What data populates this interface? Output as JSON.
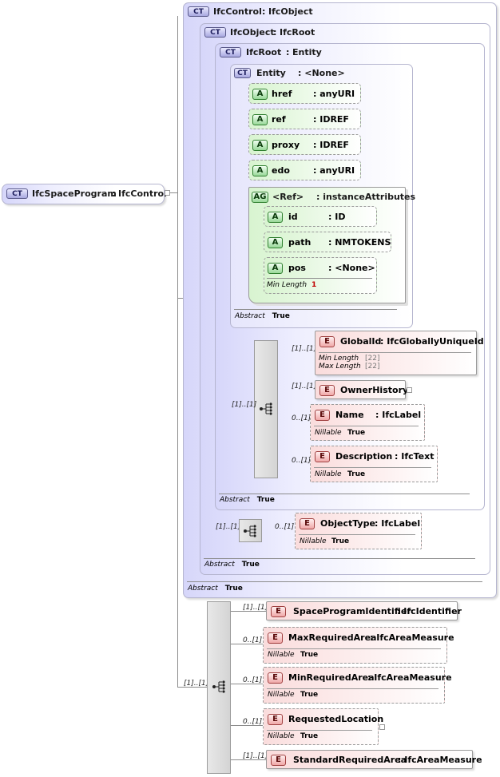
{
  "root": {
    "badge": "CT",
    "name": "IfcSpaceProgram",
    "type": "IfcControl"
  },
  "ifc_control": {
    "badge": "CT",
    "name": "IfcControl",
    "type": "IfcObject",
    "abstract_label": "Abstract",
    "abstract_value": "True"
  },
  "ifc_object": {
    "badge": "CT",
    "name": "IfcObject",
    "type": "IfcRoot",
    "abstract_label": "Abstract",
    "abstract_value": "True"
  },
  "ifc_root": {
    "badge": "CT",
    "name": "IfcRoot",
    "type": "Entity",
    "abstract_label": "Abstract",
    "abstract_value": "True"
  },
  "entity": {
    "badge": "CT",
    "name": "Entity",
    "type": "<None>",
    "abstract_label": "Abstract",
    "abstract_value": "True",
    "attributes": [
      {
        "badge": "A",
        "name": "href",
        "type": ": anyURI"
      },
      {
        "badge": "A",
        "name": "ref",
        "type": ": IDREF"
      },
      {
        "badge": "A",
        "name": "proxy",
        "type": ": IDREF"
      },
      {
        "badge": "A",
        "name": "edo",
        "type": ": anyURI"
      }
    ],
    "group": {
      "badge": "AG",
      "name": "<Ref>",
      "type": ": instanceAttributes",
      "attributes": [
        {
          "badge": "A",
          "name": "id",
          "type": ": ID"
        },
        {
          "badge": "A",
          "name": "path",
          "type": ": NMTOKENS"
        },
        {
          "badge": "A",
          "name": "pos",
          "type": ": <None>",
          "facet_label": "Min Length",
          "facet_value": "1"
        }
      ]
    }
  },
  "root_seq": {
    "mult": "[1]..[1]",
    "elements": [
      {
        "badge": "E",
        "name": "GlobalId",
        "type": ": IfcGloballyUniqueId",
        "mult": "[1]..[1]",
        "facets": [
          {
            "label": "Min Length",
            "value": "[22]"
          },
          {
            "label": "Max Length",
            "value": "[22]"
          }
        ]
      },
      {
        "badge": "E",
        "name": "OwnerHistory",
        "type": "",
        "mult": "[1]..[1]"
      },
      {
        "badge": "E",
        "name": "Name",
        "type": ": IfcLabel",
        "mult": "0..[1]",
        "facet_label": "Nillable",
        "facet_value": "True"
      },
      {
        "badge": "E",
        "name": "Description",
        "type": ": IfcText",
        "mult": "0..[1]",
        "facet_label": "Nillable",
        "facet_value": "True"
      }
    ]
  },
  "object_seq": {
    "mult": "[1]..[1]",
    "element": {
      "badge": "E",
      "name": "ObjectType",
      "type": ": IfcLabel",
      "mult": "0..[1]",
      "facet_label": "Nillable",
      "facet_value": "True"
    }
  },
  "program_seq": {
    "mult": "[1]..[1]",
    "elements": [
      {
        "badge": "E",
        "name": "SpaceProgramIdentifier",
        "type": ": IfcIdentifier",
        "mult": "[1]..[1]"
      },
      {
        "badge": "E",
        "name": "MaxRequiredArea",
        "type": ": IfcAreaMeasure",
        "mult": "0..[1]",
        "facet_label": "Nillable",
        "facet_value": "True"
      },
      {
        "badge": "E",
        "name": "MinRequiredArea",
        "type": ": IfcAreaMeasure",
        "mult": "0..[1]",
        "facet_label": "Nillable",
        "facet_value": "True"
      },
      {
        "badge": "E",
        "name": "RequestedLocation",
        "type": "",
        "mult": "0..[1]",
        "facet_label": "Nillable",
        "facet_value": "True"
      },
      {
        "badge": "E",
        "name": "StandardRequiredArea",
        "type": ": IfcAreaMeasure",
        "mult": "[1]..[1]"
      }
    ]
  }
}
